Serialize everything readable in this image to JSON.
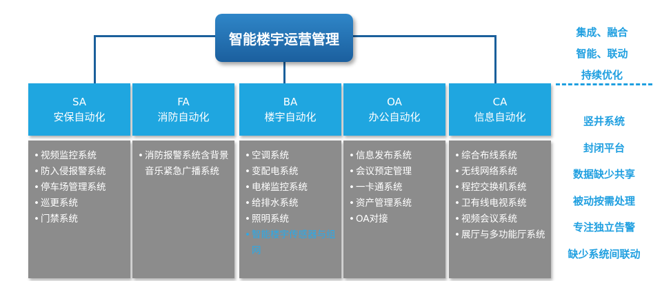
{
  "title": "智能楼宇运营管理",
  "columns": [
    {
      "code": "SA",
      "name": "安保自动化",
      "items": [
        {
          "text": "视频监控系统"
        },
        {
          "text": "防入侵报警系统"
        },
        {
          "text": "停车场管理系统"
        },
        {
          "text": "巡更系统"
        },
        {
          "text": "门禁系统"
        }
      ]
    },
    {
      "code": "FA",
      "name": "消防自动化",
      "items": [
        {
          "text": "消防报警系统含背景音乐紧急广播系统",
          "wrap": true
        }
      ]
    },
    {
      "code": "BA",
      "name": "楼宇自动化",
      "items": [
        {
          "text": "空调系统"
        },
        {
          "text": "变配电系统"
        },
        {
          "text": "电梯监控系统"
        },
        {
          "text": "给排水系统"
        },
        {
          "text": "照明系统"
        },
        {
          "text": "智能楼宇传感器与组网",
          "wrap": true,
          "highlight": true
        }
      ]
    },
    {
      "code": "OA",
      "name": "办公自动化",
      "items": [
        {
          "text": " 信息发布系统"
        },
        {
          "text": "会议预定管理"
        },
        {
          "text": "一卡通系统"
        },
        {
          "text": "资产管理系统"
        },
        {
          "text": "OA对接"
        }
      ]
    },
    {
      "code": "CA",
      "name": "信息自动化",
      "items": [
        {
          "text": "综合布线系统"
        },
        {
          "text": "无线网络系统"
        },
        {
          "text": "程控交换机系统"
        },
        {
          "text": "卫有线电视系统"
        },
        {
          "text": "视频会议系统"
        },
        {
          "text": "展厅与多功能厅系统",
          "wrap": true
        }
      ]
    }
  ],
  "right_top": [
    "集成、融合",
    "智能、联动",
    "持续优化"
  ],
  "right_list": [
    "竖井系统",
    "封闭平台",
    "数据缺少共享",
    "被动按需处理",
    "专注独立告警",
    "缺少系统间联动"
  ],
  "colors": {
    "top_box": "#1b5f9e",
    "header": "#1fa6e0",
    "body": "#8c8c8c",
    "accent": "#1f9fe0",
    "line": "#1a5f9b"
  }
}
